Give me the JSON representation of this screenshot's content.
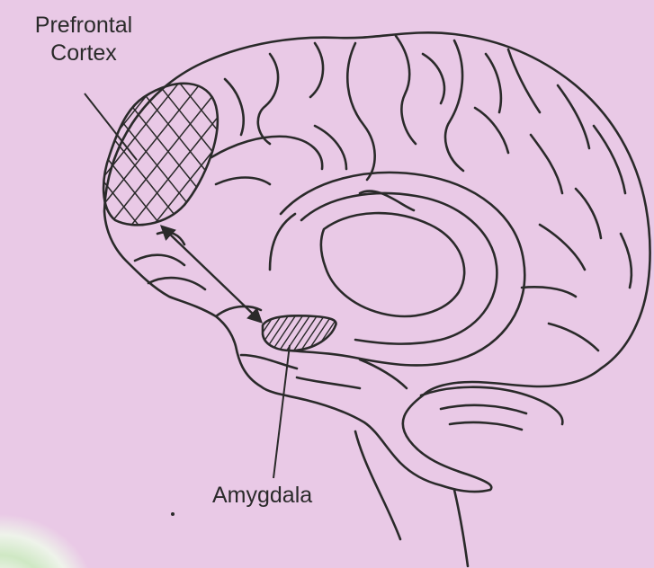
{
  "labels": {
    "prefrontal_line1": "Prefrontal",
    "prefrontal_line2": "Cortex",
    "amygdala": "Amygdala"
  },
  "colors": {
    "ink": "#2a2a2a",
    "stripe_green": "#cfe8c4",
    "stripe_pink": "#e9c9e6",
    "stripe_light": "#eef3ea"
  }
}
